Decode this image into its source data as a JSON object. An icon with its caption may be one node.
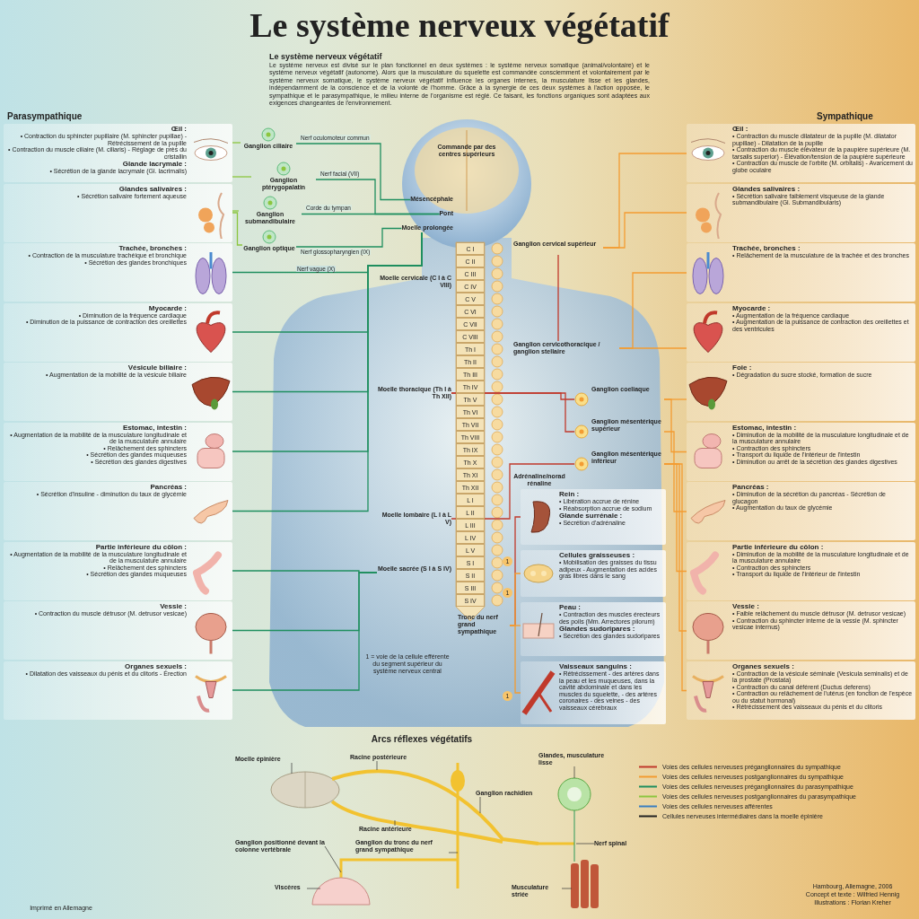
{
  "diagram": {
    "title": "Le système nerveux végétatif",
    "nodes": [
      {
        "text": [
          "Œil :",
          "• Contraction du sphincter pupillaire (M. sphincter pupillae) - Rétrécissement de la pupille",
          "• Contraction du muscle ciliaire (M. ciliaris) - Réglage de près du cristallin",
          "Glande lacrymale :",
          "• Sécrétion de la glande lacrymale (Gl. lacrimalis)"
        ]
      },
      {
        "text": [
          "Glandes salivaires :",
          "• Sécrétion salivaire fortement aqueuse"
        ]
      },
      {
        "text": [
          "Trachée, bronches :",
          "• Contraction de la musculature trachéique et bronchique",
          "• Sécrétion des glandes bronchiques"
        ]
      },
      {
        "text": [
          "Myocarde :",
          "• Diminution de la fréquence cardiaque",
          "• Diminution de la puissance de contraction des oreillettes"
        ]
      },
      {
        "text": [
          "Vésicule biliaire :",
          "• Augmentation de la mobilité de la vésicule biliaire"
        ]
      },
      {
        "text": [
          "Estomac, intestin :",
          "• Augmentation de la mobilité de la musculature longitudinale et de la musculature annulaire",
          "• Relâchement des sphincters",
          "• Sécrétion des glandes muqueuses",
          "• Sécrétion des glandes digestives"
        ]
      },
      {
        "text": [
          "Pancréas :",
          "• Sécrétion d'insuline - diminution du taux de glycémie"
        ]
      },
      {
        "text": [
          "Partie inférieure du côlon :",
          "• Augmentation de la mobilité de la musculature longitudinale et de la musculature annulaire",
          "• Relâchement des sphincters",
          "• Sécrétion des glandes muqueuses"
        ]
      },
      {
        "text": [
          "Vessie :",
          "• Contraction du muscle détrusor (M. detrusor vesicae)"
        ]
      },
      {
        "text": [
          "Organes sexuels :",
          "• Dilatation des vaisseaux du pénis et du clitoris - Érection"
        ]
      },
      {
        "text": [
          "Ganglion ciliaire"
        ]
      },
      {
        "text": [
          "Ganglion ptérygopalatin"
        ]
      },
      {
        "text": [
          "Ganglion submandibulaire"
        ]
      },
      {
        "text": [
          "Ganglion optique"
        ]
      },
      {
        "text": [
          "Mésencéphale"
        ]
      },
      {
        "text": [
          "Pont"
        ]
      },
      {
        "text": [
          "Moelle prolongée"
        ]
      },
      {
        "text": [
          "Moelle cervicale (C I à C VIII)"
        ]
      },
      {
        "text": [
          "Moelle thoracique (Th I à Th XII)"
        ]
      },
      {
        "text": [
          "Moelle lombaire (L I à L V)"
        ]
      },
      {
        "text": [
          "Moelle sacrée (S I à S IV)"
        ]
      },
      {
        "text": [
          "Ganglion cervical supérieur"
        ]
      },
      {
        "text": [
          "Ganglion cervicothoracique / ganglion stellaire"
        ]
      },
      {
        "text": [
          "Ganglion coeliaque"
        ]
      },
      {
        "text": [
          "Ganglion mésentérique supérieur"
        ]
      },
      {
        "text": [
          "Ganglion mésentérique inférieur"
        ]
      },
      {
        "text": [
          "Tronc du nerf grand sympathique"
        ]
      },
      {
        "text": [
          "Œil :",
          "• Contraction du muscle dilatateur de la pupille (M. dilatator pupillae) - Dilatation de la pupille",
          "• Contraction du muscle élévateur de la paupière supérieure (M. tarsalis superior) - Élévation/tension de la paupière supérieure",
          "• Contraction du muscle de l'orbite (M. orbitalis) - Avancement du globe oculaire"
        ]
      },
      {
        "text": [
          "Glandes salivaires :",
          "• Sécrétion salivaire faiblement visqueuse de la glande submandibulaire (Gl. Submandibularis)"
        ]
      },
      {
        "text": [
          "Trachée, bronches :",
          "• Relâchement de la musculature de la trachée et des bronches"
        ]
      },
      {
        "text": [
          "Myocarde :",
          "• Augmentation de la fréquence cardiaque",
          "• Augmentation de la puissance de contraction des oreillettes et des ventricules"
        ]
      },
      {
        "text": [
          "Foie :",
          "• Dégradation du sucre stocké, formation de sucre"
        ]
      },
      {
        "text": [
          "Estomac, intestin :",
          "• Diminution de la mobilité de la musculature longitudinale et de la musculature annulaire",
          "• Contraction des sphincters",
          "• Transport du liquide de l'intérieur de l'intestin",
          "• Diminution ou arrêt de la sécrétion des glandes digestives"
        ]
      },
      {
        "text": [
          "Pancréas :",
          "• Diminution de la sécrétion du pancréas - Sécrétion de glucagon",
          "• Augmentation du taux de glycémie"
        ]
      },
      {
        "text": [
          "Partie inférieure du côlon :",
          "• Diminution de la mobilité de la musculature longitudinale et de la musculature annulaire",
          "• Contraction des sphincters",
          "• Transport du liquide de l'intérieur de l'intestin"
        ]
      },
      {
        "text": [
          "Vessie :",
          "• Faible relâchement du muscle détrusor (M. detrusor vesicae)",
          "• Contraction du sphincter interne de la vessie (M. sphincter vesicae internus)"
        ]
      },
      {
        "text": [
          "Organes sexuels :",
          "• Contraction de la vésicule séminale (Vesicula seminalis) et de la prostate (Prostata)",
          "• Contraction du canal déférent (Ductus deferens)",
          "• Contraction ou relâchement de l'utérus (en fonction de l'espèce ou du statut hormonal)",
          "• Rétrécissement des vaisseaux du pénis et du clitoris"
        ]
      },
      {
        "text": [
          "Rein :",
          "• Libération accrue de rénine",
          "• Réabsorption accrue de sodium",
          "Glande surrénale :",
          "• Sécrétion d'adrénaline"
        ]
      },
      {
        "text": [
          "Cellules graisseuses :",
          "• Mobilisation des graisses du tissu adipeux - Augmentation des acides gras libres dans le sang"
        ]
      },
      {
        "text": [
          "Peau :",
          "• Contraction des muscles érecteurs des poils (Mm. Arrectores pilorum)",
          "Glandes sudoripares :",
          "• Sécrétion des glandes sudoripares"
        ]
      },
      {
        "text": [
          "Vaisseaux sanguins :",
          "• Rétrécissement - des artères dans la peau et les muqueuses, dans la cavité abdominale et dans les muscles du squelette, - des artères coronaires - des veines - des vaisseaux cérébraux"
        ]
      },
      {
        "text": [
          "Moelle épinière"
        ]
      },
      {
        "text": [
          "Racine postérieure"
        ]
      },
      {
        "text": [
          "Racine antérieure"
        ]
      },
      {
        "text": [
          "Ganglion rachidien"
        ]
      },
      {
        "text": [
          "Ganglion du tronc du nerf grand sympathique"
        ]
      },
      {
        "text": [
          "Ganglion positionné devant la colonne vertébrale"
        ]
      },
      {
        "text": [
          "Viscères"
        ]
      },
      {
        "text": [
          "Glandes, musculature lisse"
        ]
      },
      {
        "text": [
          "Nerf spinal"
        ]
      },
      {
        "text": [
          "Musculature striée"
        ]
      }
    ],
    "edges": [
      {
        "from": 14,
        "to": 10,
        "arrow": "none",
        "label": "Nerf oculomoteur commun",
        "color": "#1f8f5f"
      },
      {
        "from": 15,
        "to": 11,
        "arrow": "none",
        "label": "Nerf facial (VII)",
        "color": "#1f8f5f"
      },
      {
        "from": 15,
        "to": 12,
        "arrow": "none",
        "label": "Corde du tympan",
        "color": "#1f8f5f"
      },
      {
        "from": 16,
        "to": 13,
        "arrow": "none",
        "label": "Nerf glossopharyngien (IX)",
        "color": "#1f8f5f"
      },
      {
        "from": 10,
        "to": 0,
        "arrow": "none",
        "color": "#8cc63f"
      },
      {
        "from": 11,
        "to": 0,
        "arrow": "none",
        "color": "#8cc63f"
      },
      {
        "from": 12,
        "to": 1,
        "arrow": "none",
        "color": "#8cc63f"
      },
      {
        "from": 13,
        "to": 1,
        "arrow": "none",
        "color": "#8cc63f"
      },
      {
        "from": 16,
        "to": 2,
        "arrow": "none",
        "label": "Nerf vague (X)",
        "color": "#1f8f5f"
      },
      {
        "from": 16,
        "to": 3,
        "arrow": "none",
        "color": "#1f8f5f"
      },
      {
        "from": 16,
        "to": 4,
        "arrow": "none",
        "color": "#1f8f5f"
      },
      {
        "from": 16,
        "to": 5,
        "arrow": "none",
        "color": "#1f8f5f"
      },
      {
        "from": 16,
        "to": 6,
        "arrow": "none",
        "color": "#1f8f5f"
      },
      {
        "from": 20,
        "to": 7,
        "arrow": "none",
        "color": "#1f8f5f"
      },
      {
        "from": 20,
        "to": 8,
        "arrow": "none",
        "color": "#1f8f5f"
      },
      {
        "from": 20,
        "to": 9,
        "arrow": "none",
        "color": "#1f8f5f"
      },
      {
        "from": 22,
        "to": 21,
        "arrow": "none",
        "color": "#c0392b"
      },
      {
        "from": 21,
        "to": 27,
        "arrow": "none",
        "color": "#f39c32"
      },
      {
        "from": 21,
        "to": 28,
        "arrow": "none",
        "color": "#f39c32"
      },
      {
        "from": 22,
        "to": 29,
        "arrow": "none",
        "color": "#f39c32"
      },
      {
        "from": 22,
        "to": 30,
        "arrow": "none",
        "color": "#f39c32"
      },
      {
        "from": 18,
        "to": 23,
        "arrow": "none",
        "color": "#c0392b"
      },
      {
        "from": 18,
        "to": 24,
        "arrow": "none",
        "color": "#c0392b"
      },
      {
        "from": 19,
        "to": 25,
        "arrow": "none",
        "color": "#c0392b"
      },
      {
        "from": 23,
        "to": 31,
        "arrow": "none",
        "color": "#f39c32"
      },
      {
        "from": 23,
        "to": 32,
        "arrow": "none",
        "color": "#f39c32"
      },
      {
        "from": 24,
        "to": 33,
        "arrow": "none",
        "color": "#f39c32"
      },
      {
        "from": 25,
        "to": 34,
        "arrow": "none",
        "color": "#f39c32"
      },
      {
        "from": 25,
        "to": 35,
        "arrow": "none",
        "color": "#f39c32"
      },
      {
        "from": 25,
        "to": 36,
        "arrow": "none",
        "color": "#f39c32"
      },
      {
        "from": 26,
        "to": 37,
        "arrow": "none",
        "color": "#c0392b"
      },
      {
        "from": 26,
        "to": 38,
        "arrow": "none",
        "color": "#f39c32"
      },
      {
        "from": 26,
        "to": 39,
        "arrow": "none",
        "color": "#f39c32"
      },
      {
        "from": 26,
        "to": 40,
        "arrow": "none",
        "color": "#f39c32"
      },
      {
        "from": 41,
        "to": null,
        "arrow": "none",
        "color": "#333333"
      },
      {
        "from": 42,
        "to": null,
        "arrow": "none",
        "color": "#333333"
      },
      {
        "from": 43,
        "to": null,
        "arrow": "none",
        "color": "#333333"
      },
      {
        "from": 44,
        "to": null,
        "arrow": "none",
        "color": "#333333"
      },
      {
        "from": 45,
        "to": null,
        "arrow": "none",
        "color": "#333333"
      },
      {
        "from": 46,
        "to": null,
        "arrow": "none",
        "color": "#333333"
      },
      {
        "from": 47,
        "to": null,
        "arrow": "none",
        "color": "#333333"
      },
      {
        "from": 48,
        "to": null,
        "arrow": "none",
        "color": "#333333"
      },
      {
        "from": 49,
        "to": null,
        "arrow": "none",
        "color": "#333333"
      },
      {
        "from": 50,
        "to": null,
        "arrow": "none",
        "color": "#333333"
      }
    ],
    "labels": [
      "Le système nerveux végétatif",
      "Le système nerveux est divisé sur le plan fonctionnel en deux systèmes : le système nerveux somatique (animal/volontaire) et le système nerveux végétatif (autonome). Alors que la musculature du squelette est commandée consciemment et volontairement par le système nerveux somatique, le système nerveux végétatif influence les organes internes, la musculature lisse et les glandes, indépendamment de la conscience et de la volonté de l'homme. Grâce à la synergie de ces deux systèmes à l'action opposée, le sympathique et le parasympathique, le milieu interne de l'organisme est réglé. Ce faisant, les fonctions organiques sont adaptées aux exigences changeantes de l'environnement.",
      "Parasympathique",
      "Sympathique",
      "Commande par des centres supérieurs",
      "C I",
      "C II",
      "C III",
      "C IV",
      "C V",
      "C VI",
      "C VII",
      "C VIII",
      "Th I",
      "Th II",
      "Th III",
      "Th IV",
      "Th V",
      "Th VI",
      "Th VII",
      "Th VIII",
      "Th IX",
      "Th X",
      "Th XI",
      "Th XII",
      "L I",
      "L II",
      "L III",
      "L IV",
      "L V",
      "S I",
      "S II",
      "S III",
      "S IV",
      "Adrénaline/noradrénaline",
      "1",
      "1",
      "1",
      "1 = voie de la cellule efférente du segment supérieur du système nerveux central",
      "Arcs réflexes végétatifs",
      "Imprimé en Allemagne",
      "Hambourg, Allemagne, 2006",
      "Concept et texte : Wilfried Hennig",
      "Illustrations : Florian Kreher"
    ],
    "legend": [
      {
        "text": "Voies des cellules nerveuses préganglionnaires du sympathique",
        "color": "#c0392b"
      },
      {
        "text": "Voies des cellules nerveuses postganglionnaires du sympathique",
        "color": "#f39c32"
      },
      {
        "text": "Voies des cellules nerveuses préganglionnaires du parasympathique",
        "color": "#1f8f5f"
      },
      {
        "text": "Voies des cellules nerveuses postganglionnaires du parasympathique",
        "color": "#8cc63f"
      },
      {
        "text": "Voies des cellules nerveuses afférentes",
        "color": "#3a7fc0"
      },
      {
        "text": "Cellules nerveuses intermédiaires dans la moelle épinière",
        "color": "#222222"
      }
    ]
  }
}
